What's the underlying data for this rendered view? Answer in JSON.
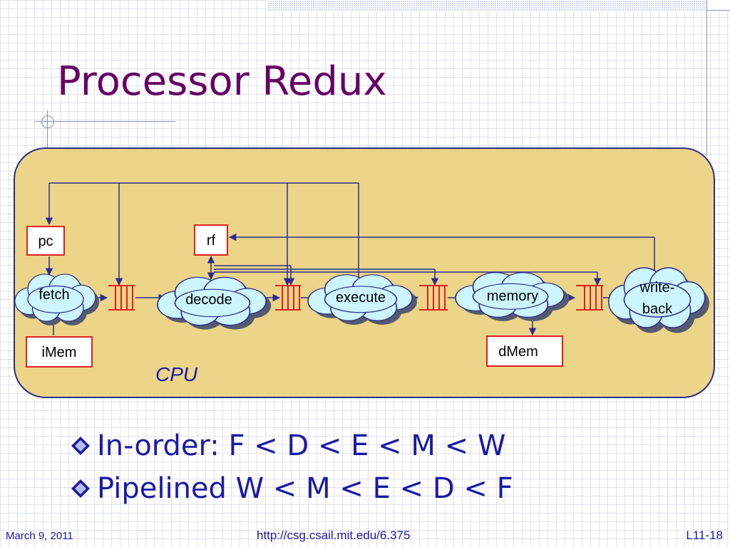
{
  "slide": {
    "title": "Processor Redux",
    "footer_date": "March 9, 2011",
    "footer_url": "http://csg.csail.mit.edu/6.375",
    "footer_page": "L11-18"
  },
  "diagram": {
    "container_label": "CPU",
    "boxes": {
      "pc": "pc",
      "rf": "rf",
      "imem": "iMem",
      "dmem": "dMem"
    },
    "stages": {
      "fetch": "fetch",
      "decode": "decode",
      "execute": "execute",
      "memory": "memory",
      "writeback_line1": "write-",
      "writeback_line2": "back"
    },
    "colors": {
      "container_fill": "#ecd488",
      "cloud_fill": "#ccf5ff",
      "box_border": "#e02020",
      "arrow": "#2d2d8c",
      "fifo": "#e02020"
    }
  },
  "bullets": [
    "In-order: F < D < E < M < W",
    "Pipelined W < M < E < D < F"
  ]
}
